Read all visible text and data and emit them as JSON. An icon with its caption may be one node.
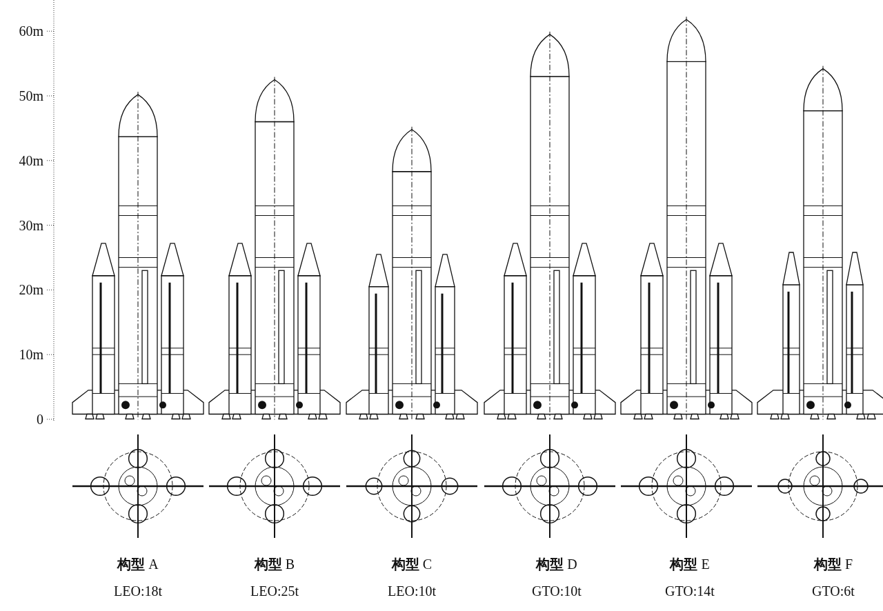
{
  "diagram": {
    "labels": [
      "60m",
      "50m",
      "40m",
      "30m",
      "20m",
      "10m",
      "0",
      "**构型** A",
      "**构型** B",
      "**构型** C",
      "**构型** D",
      "**构型** E",
      "**构型** F",
      "LEO:18t",
      "LEO:25t",
      "LEO:10t",
      "GTO:10t",
      "GTO:14t",
      "GTO:6t"
    ]
  }
}
